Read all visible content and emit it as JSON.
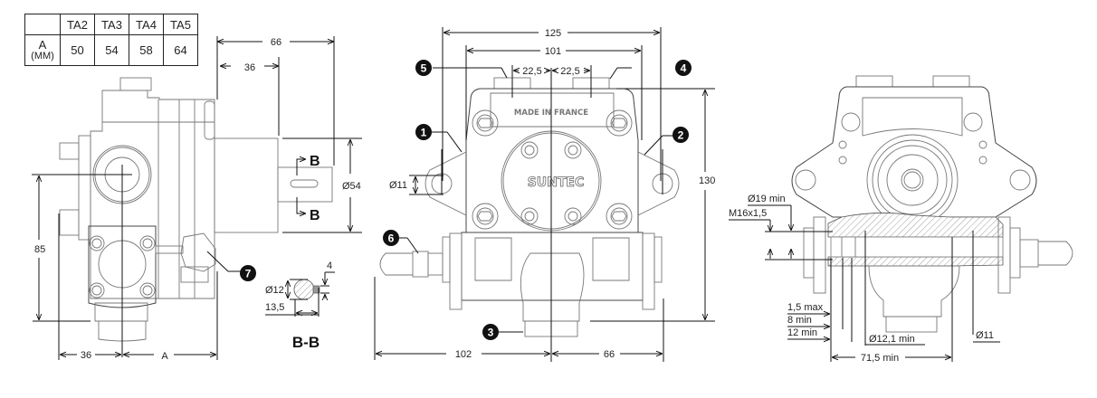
{
  "table": {
    "header": [
      "",
      "TA2",
      "TA3",
      "TA4",
      "TA5"
    ],
    "row_label": "A",
    "row_unit": "(MM)",
    "values": [
      "50",
      "54",
      "58",
      "64"
    ]
  },
  "side_view": {
    "dim_66": "66",
    "dim_36_top": "36",
    "dim_54": "Ø54",
    "dim_85": "85",
    "dim_36_bottom": "36",
    "dim_A": "A",
    "section_marker_top": "B",
    "section_marker_bottom": "B",
    "callout_7": "7"
  },
  "section_bb": {
    "title": "B-B",
    "dim_diameter": "Ø12",
    "dim_width": "13,5",
    "dim_key": "4"
  },
  "front_view": {
    "dim_125": "125",
    "dim_101": "101",
    "dim_22_5_left": "22,5",
    "dim_22_5_right": "22,5",
    "dim_130": "130",
    "dim_11": "Ø11",
    "dim_102": "102",
    "dim_66": "66",
    "made_in": "MADE IN FRANCE",
    "brand": "SUNTEC",
    "callouts": [
      "1",
      "2",
      "3",
      "4",
      "5",
      "6"
    ]
  },
  "rear_view": {
    "dim_19": "Ø19 min",
    "dim_thread": "M16x1,5",
    "dim_1_5": "1,5 max",
    "dim_8": "8 min",
    "dim_12": "12 min",
    "dim_12_1": "Ø12,1 min",
    "dim_71_5": "71,5 min",
    "dim_11": "Ø11"
  }
}
